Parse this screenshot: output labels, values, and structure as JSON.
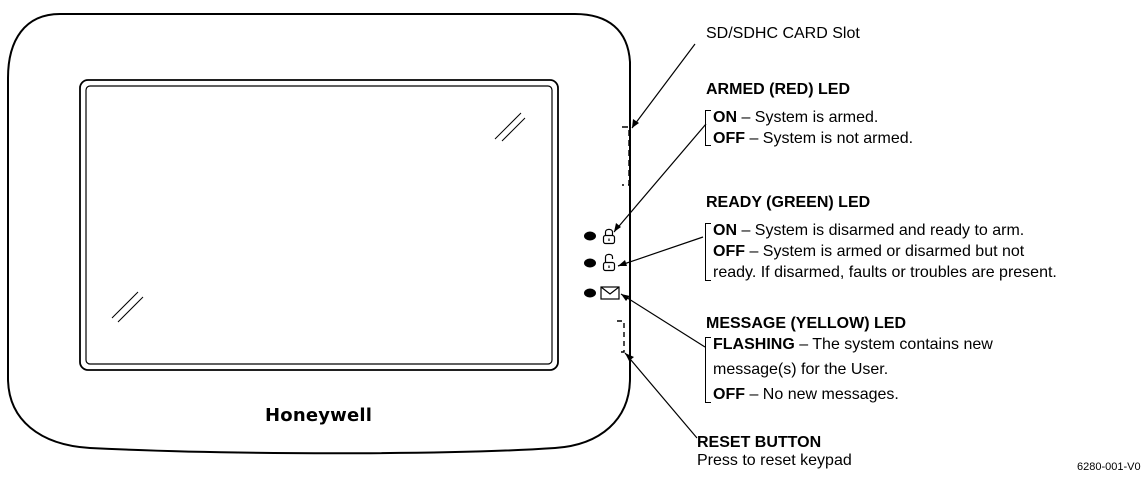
{
  "device": {
    "brand": "Honeywell"
  },
  "callouts": {
    "sd_slot": "SD/SDHC CARD Slot",
    "armed": {
      "title": "ARMED (RED) LED",
      "on_key": "ON",
      "on_text": " – System is armed.",
      "off_key": "OFF",
      "off_text": " – System is not armed."
    },
    "ready": {
      "title": "READY (GREEN) LED",
      "on_key": "ON",
      "on_text": " – System is disarmed and ready to arm.",
      "off_key": "OFF",
      "off_text": " – System is armed or disarmed but not",
      "off_text_2": "ready. If disarmed, faults or troubles are present."
    },
    "message": {
      "title": "MESSAGE (YELLOW) LED",
      "flash_key": "FLASHING",
      "flash_text": " – The system contains new",
      "flash_text_2": "message(s) for the User.",
      "off_key": "OFF",
      "off_text": " – No new messages."
    },
    "reset": {
      "title": "RESET BUTTON",
      "text": "Press to reset keypad"
    }
  },
  "figure_code": "6280-001-V0"
}
